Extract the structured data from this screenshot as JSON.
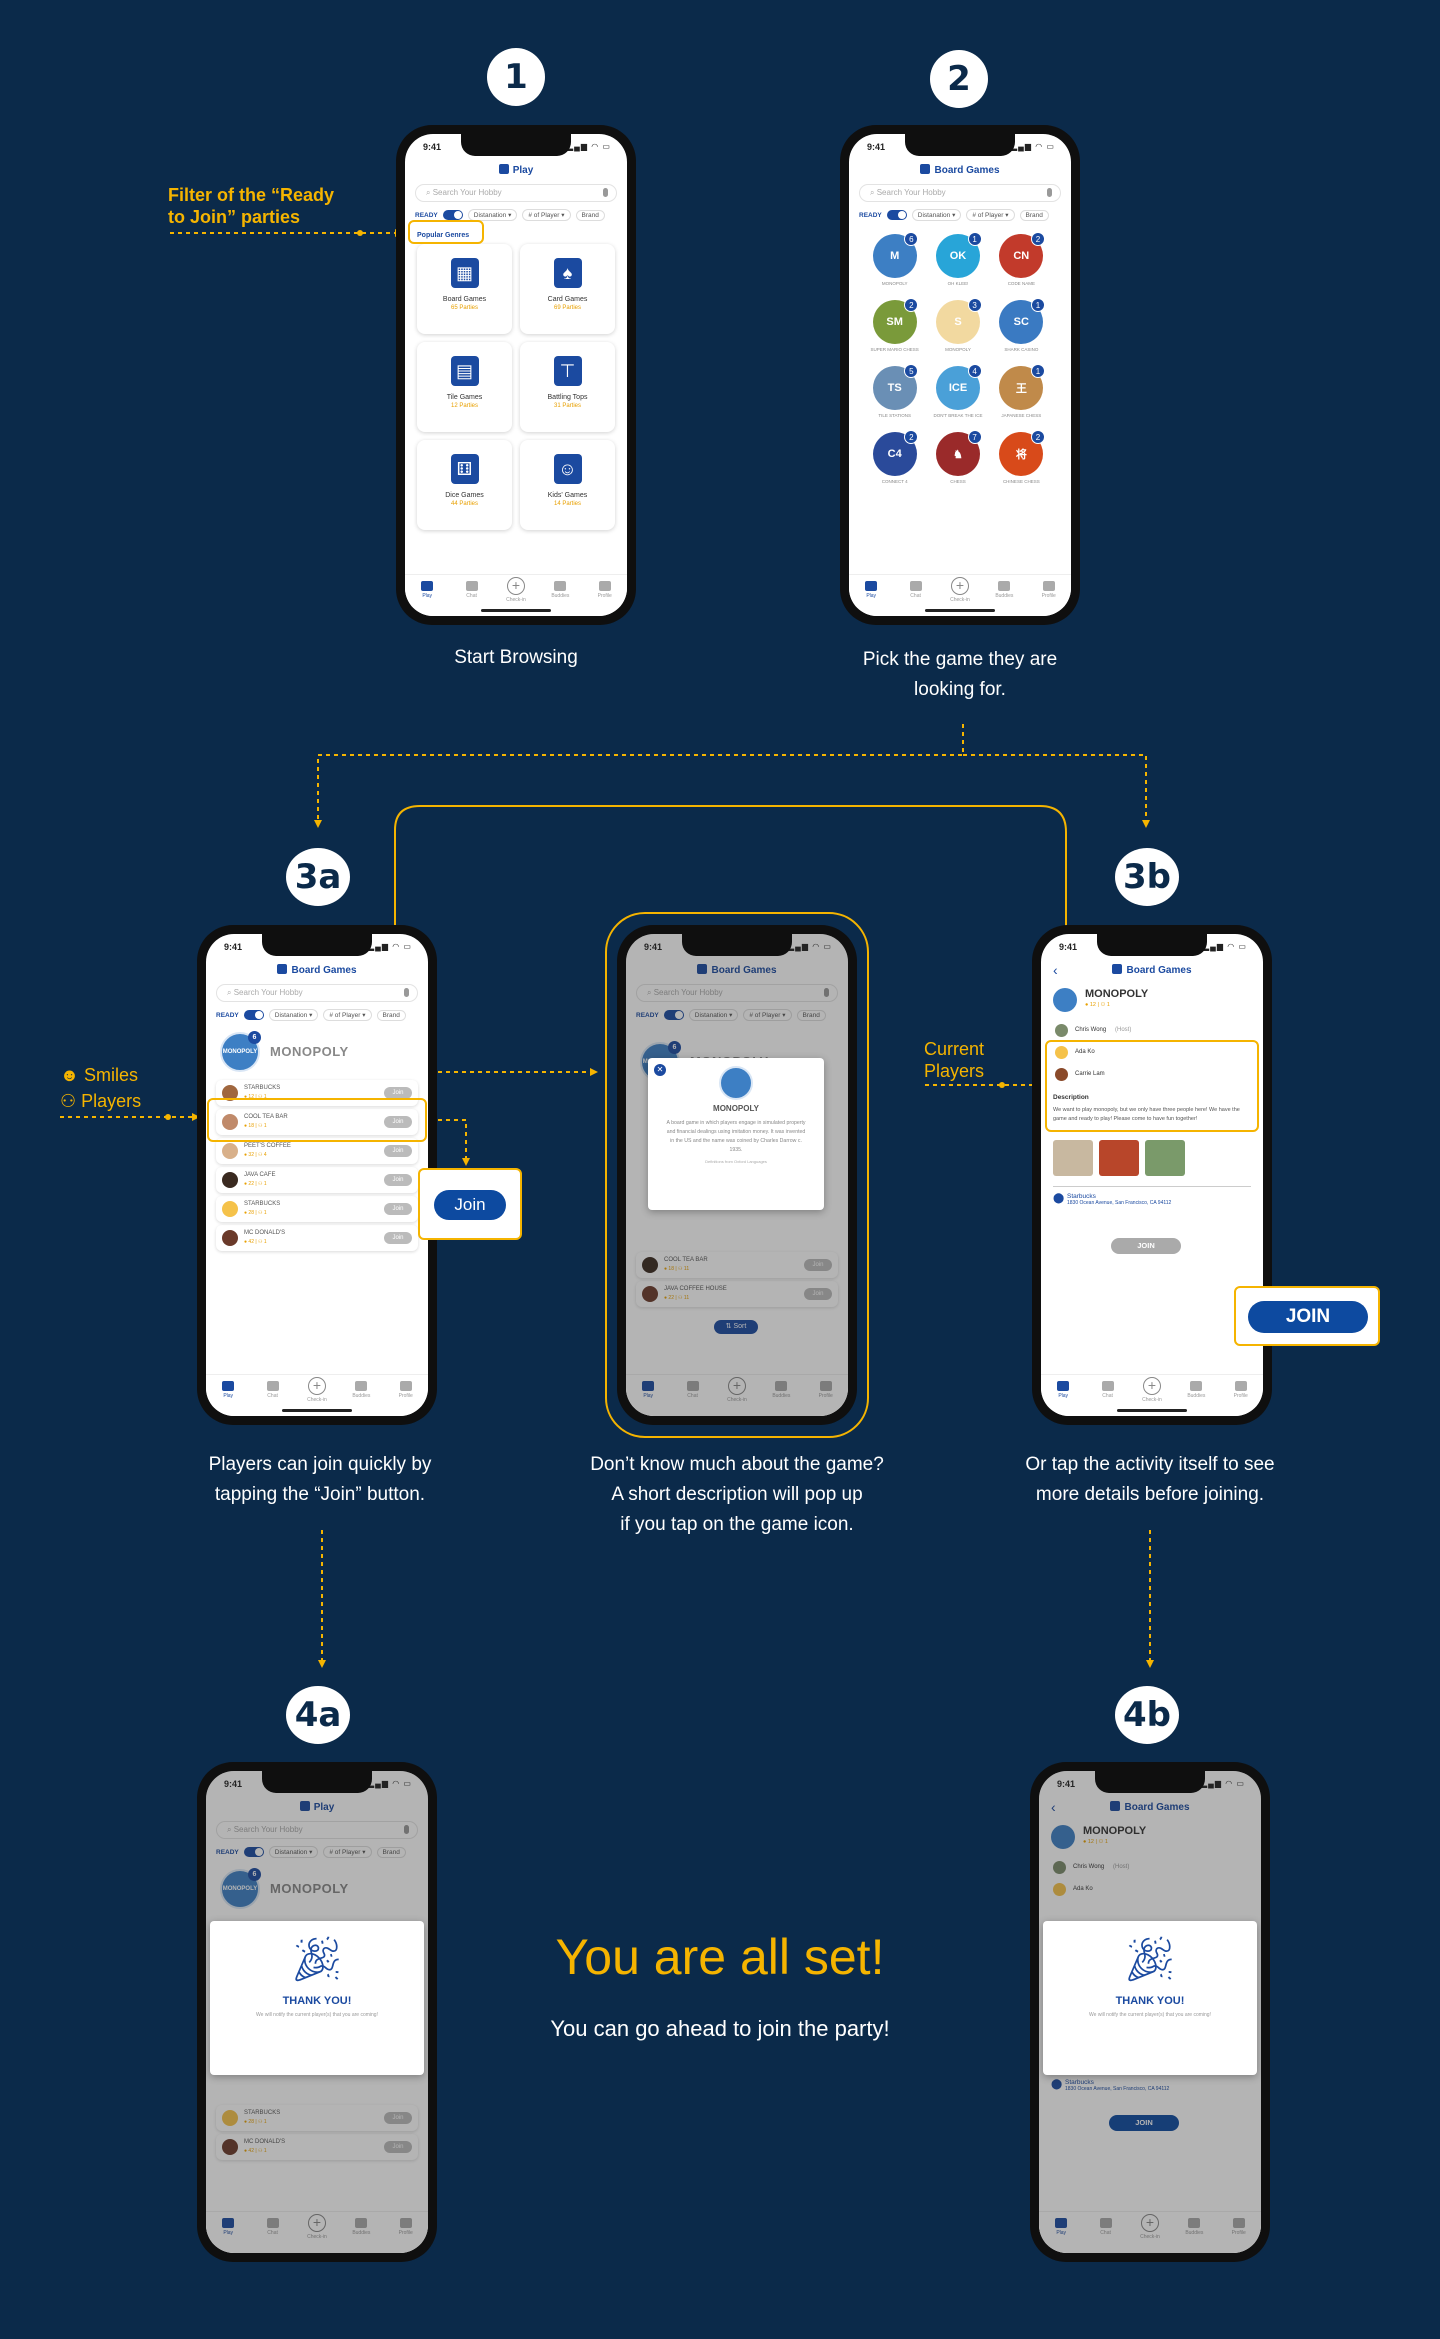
{
  "steps": {
    "s1": "1",
    "s2": "2",
    "s3a": "3a",
    "s3b": "3b",
    "s4a": "4a",
    "s4b": "4b"
  },
  "captions": {
    "c1": "Start Browsing",
    "c2a": "Pick the game they are",
    "c2b": "looking for.",
    "c3a_1": "Players can join quickly by",
    "c3a_2": "tapping the “Join” button.",
    "cmid_1": "Don’t know much about the game?",
    "cmid_2": "A short description will pop up",
    "cmid_3": "if you tap on the game icon.",
    "c3b_1": "Or tap the activity itself to see",
    "c3b_2": "more details before joining."
  },
  "side_labels": {
    "filter_1": "Filter of the “Ready",
    "filter_2": "to Join” parties",
    "smiles": "Smiles",
    "players": "Players",
    "current_1": "Current",
    "current_2": "Players"
  },
  "final": {
    "title": "You are all set!",
    "subtitle": "You can go ahead to join the party!"
  },
  "phone": {
    "time": "9:41",
    "search_placeholder": "Search Your Hobby",
    "ready": "READY",
    "filter_distance": "Distanation ▾",
    "filter_players": "# of Player ▾",
    "filter_brand": "Brand",
    "play_title": "Play",
    "board_title": "Board Games",
    "popular_genres": "Popular Genres",
    "tabs": [
      "Play",
      "Chat",
      "Check-in",
      "Buddies",
      "Profile"
    ],
    "genres": [
      {
        "name": "Board Games",
        "count": "65 Parties",
        "icon": "▦"
      },
      {
        "name": "Card Games",
        "count": "69 Parties",
        "icon": "♠"
      },
      {
        "name": "Tile Games",
        "count": "12 Parties",
        "icon": "▤"
      },
      {
        "name": "Battling Tops",
        "count": "31 Parties",
        "icon": "⊤"
      },
      {
        "name": "Dice Games",
        "count": "44 Parties",
        "icon": "⚅"
      },
      {
        "name": "Kids' Games",
        "count": "14 Parties",
        "icon": "☺"
      }
    ],
    "games": [
      {
        "label": "MONOPOLY",
        "badge": "6",
        "color": "#3d7fc4",
        "text": "M"
      },
      {
        "label": "OH KLEE!",
        "badge": "1",
        "color": "#28a5d8",
        "text": "OK"
      },
      {
        "label": "CODE NAME",
        "badge": "2",
        "color": "#c23a2b",
        "text": "CN"
      },
      {
        "label": "SUPER MARIO CHESS",
        "badge": "2",
        "color": "#7a9a3a",
        "text": "SM"
      },
      {
        "label": "MONOPOLY",
        "badge": "3",
        "color": "#f2d9a0",
        "text": "S"
      },
      {
        "label": "SHARK CASINO",
        "badge": "1",
        "color": "#3a7ac2",
        "text": "SC"
      },
      {
        "label": "TILE STATIONS",
        "badge": "5",
        "color": "#6a8fb5",
        "text": "TS"
      },
      {
        "label": "DON'T BREAK THE ICE",
        "badge": "4",
        "color": "#4aa0d8",
        "text": "ICE"
      },
      {
        "label": "JAPANESE CHESS",
        "badge": "1",
        "color": "#c08a4a",
        "text": "王"
      },
      {
        "label": "CONNECT 4",
        "badge": "2",
        "color": "#2a4a9a",
        "text": "C4"
      },
      {
        "label": "CHESS",
        "badge": "7",
        "color": "#9a2a2a",
        "text": "♞"
      },
      {
        "label": "CHINESE CHESS",
        "badge": "2",
        "color": "#d84a1a",
        "text": "将"
      }
    ],
    "monopoly_badge": "6",
    "monopoly": "MONOPOLY",
    "venues": [
      {
        "name": "STARBUCKS",
        "meta": "● 12  |  ⚇ 1"
      },
      {
        "name": "COOL TEA BAR",
        "meta": "● 18  |  ⚇ 1"
      },
      {
        "name": "PEET'S COFFEE",
        "meta": "● 32  |  ⚇ 4"
      },
      {
        "name": "JAVA CAFE",
        "meta": "● 22  |  ⚇ 1"
      },
      {
        "name": "STARBUCKS",
        "meta": "● 28  |  ⚇ 1"
      },
      {
        "name": "MC DONALD'S",
        "meta": "● 42  |  ⚇ 1"
      }
    ],
    "join": "Join",
    "join_caps": "JOIN",
    "modal_desc": "A board game in which players engage in simulated property and financial dealings using imitation money. It was invented in the US and the name was coined by Charles Darrow c. 1935.",
    "modal_source": "Definitions from Oxford Languages",
    "mid_venues": [
      {
        "name": "COOL TEA BAR",
        "meta": "● 18  |  ⚇ 11"
      },
      {
        "name": "JAVA COFFEE HOUSE",
        "meta": "● 22  |  ⚇ 11"
      }
    ],
    "sort": "⇅ Sort",
    "players": [
      {
        "name": "Chris Wong",
        "tag": "(Host)"
      },
      {
        "name": "Ada Ko",
        "tag": ""
      },
      {
        "name": "Carrie Lam",
        "tag": ""
      }
    ],
    "description_title": "Description",
    "description": "We want to play monopoly, but we only have three people here! We have the game and ready to play! Please come to have fun together!",
    "location_name": "Starbucks",
    "location_addr": "1830 Ocean Avenue, San Francisco, CA 94112",
    "thank_you": "THANK YOU!",
    "thank_msg": "We will notify the current player(s) that you are coming!",
    "monopoly_meta": "● 12  |  ⚇ 1"
  }
}
